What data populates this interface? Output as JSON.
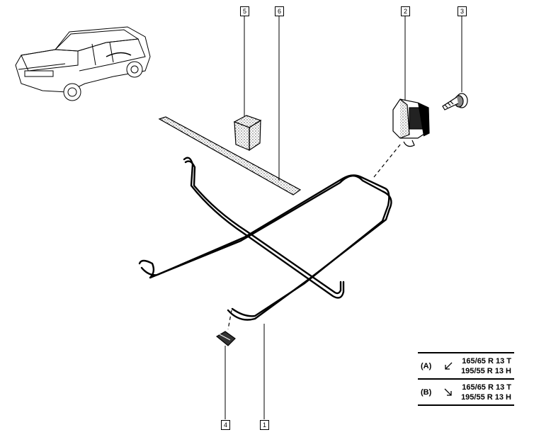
{
  "callouts": [
    {
      "id": "5",
      "label": "5"
    },
    {
      "id": "6",
      "label": "6"
    },
    {
      "id": "2",
      "label": "2"
    },
    {
      "id": "3",
      "label": "3"
    },
    {
      "id": "4",
      "label": "4"
    },
    {
      "id": "1",
      "label": "1"
    }
  ],
  "variants": [
    {
      "letter": "(A)",
      "arrow": "arrow-down-left-icon",
      "sizes": [
        "165/65 R 13 T",
        "195/55 R 13 H"
      ]
    },
    {
      "letter": "(B)",
      "arrow": "arrow-down-right-icon",
      "sizes": [
        "165/65 R 13 T",
        "195/55 R 13 H"
      ]
    }
  ]
}
